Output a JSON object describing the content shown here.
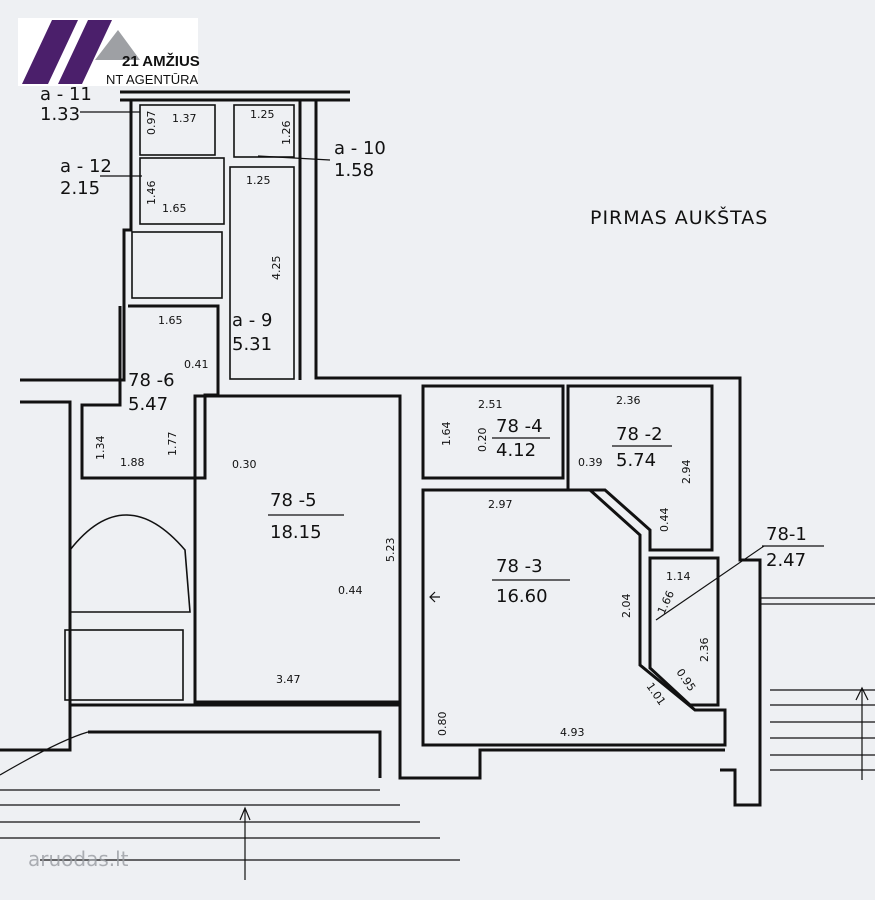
{
  "logo": {
    "line1": "21 AMŽIUS",
    "line2": "NT AGENTŪRA",
    "color": "#4b1f6b"
  },
  "floor_title": "PIRMAS AUKŠTAS",
  "watermark": "aruodas.lt",
  "rooms": [
    {
      "id": "a-11",
      "code": "a - 11",
      "area": "1.33"
    },
    {
      "id": "a-12",
      "code": "a - 12",
      "area": "2.15"
    },
    {
      "id": "a-10",
      "code": "a - 10",
      "area": "1.58"
    },
    {
      "id": "a-9",
      "code": "a - 9",
      "area": "5.31"
    },
    {
      "id": "78-6",
      "code": "78 -6",
      "area": "5.47"
    },
    {
      "id": "78-5",
      "code": "78 -5",
      "area": "18.15"
    },
    {
      "id": "78-4",
      "code": "78 -4",
      "area": "4.12"
    },
    {
      "id": "78-2",
      "code": "78 -2",
      "area": "5.74"
    },
    {
      "id": "78-3",
      "code": "78 -3",
      "area": "16.60"
    },
    {
      "id": "78-1",
      "code": "78-1",
      "area": "2.47"
    }
  ],
  "dimensions": [
    "1.37",
    "0.97",
    "1.25",
    "1.26",
    "1.46",
    "1.65",
    "1.25",
    "4.25",
    "1.65",
    "0.41",
    "1.34",
    "1.77",
    "1.88",
    "0.30",
    "5.23",
    "0.44",
    "3.47",
    "2.51",
    "1.64",
    "0.20",
    "2.97",
    "2.36",
    "0.39",
    "2.94",
    "0.44",
    "1.14",
    "1.66",
    "2.04",
    "2.36",
    "0.95",
    "1.01",
    "0.80",
    "4.93"
  ]
}
